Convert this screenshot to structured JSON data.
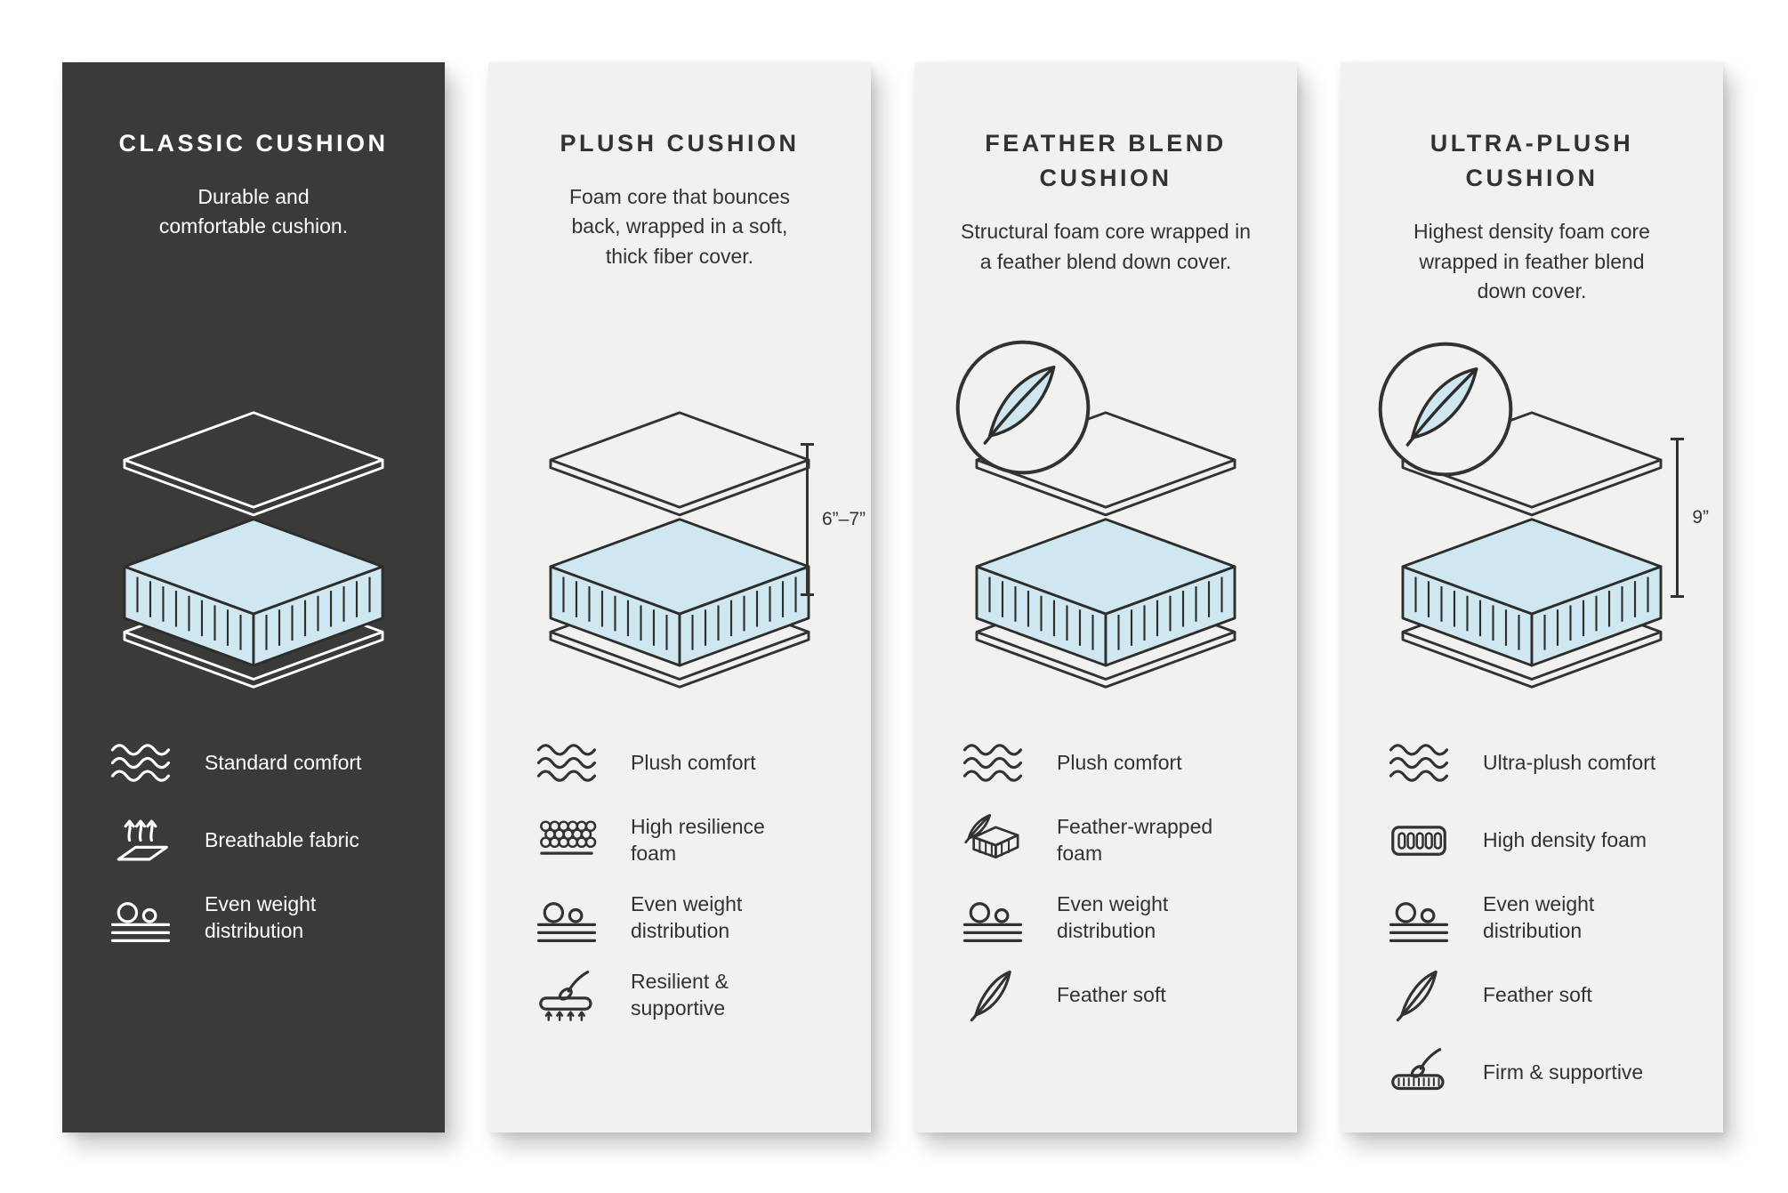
{
  "colors": {
    "dark_panel_bg": "#3a3a38",
    "light_panel_bg": "#f1f1f0",
    "foam_blue": "#cfe7f0",
    "outline_dark": "#333231",
    "outline_light": "#ffffff"
  },
  "panels": [
    {
      "id": "classic",
      "theme": "dark",
      "title": "CLASSIC CUSHION",
      "description": "Durable and\ncomfortable cushion.",
      "feather_badge": false,
      "measurement": "",
      "features": [
        {
          "icon": "waves-icon",
          "label": "Standard comfort"
        },
        {
          "icon": "breathable-icon",
          "label": "Breathable fabric"
        },
        {
          "icon": "even-weight-icon",
          "label": "Even weight\ndistribution"
        }
      ]
    },
    {
      "id": "plush",
      "theme": "light",
      "title": "PLUSH CUSHION",
      "description": "Foam core that bounces\nback, wrapped in a soft,\nthick fiber cover.",
      "feather_badge": false,
      "measurement": "6”–7”",
      "features": [
        {
          "icon": "waves-icon",
          "label": "Plush comfort"
        },
        {
          "icon": "foam-cells-icon",
          "label": "High resilience\nfoam"
        },
        {
          "icon": "even-weight-icon",
          "label": "Even weight\ndistribution"
        },
        {
          "icon": "press-arrows-icon",
          "label": "Resilient &\nsupportive"
        }
      ]
    },
    {
      "id": "feather-blend",
      "theme": "light",
      "title": "FEATHER BLEND\nCUSHION",
      "description": "Structural foam core wrapped in\na feather blend down cover.",
      "feather_badge": true,
      "measurement": "",
      "features": [
        {
          "icon": "waves-icon",
          "label": "Plush comfort"
        },
        {
          "icon": "feather-foam-icon",
          "label": "Feather-wrapped\nfoam"
        },
        {
          "icon": "even-weight-icon",
          "label": "Even weight\ndistribution"
        },
        {
          "icon": "feather-icon",
          "label": "Feather soft"
        }
      ]
    },
    {
      "id": "ultra-plush",
      "theme": "light",
      "title": "ULTRA-PLUSH\nCUSHION",
      "description": "Highest density foam core\nwrapped in feather blend\ndown cover.",
      "feather_badge": true,
      "measurement": "9”",
      "features": [
        {
          "icon": "waves-icon",
          "label": "Ultra-plush comfort"
        },
        {
          "icon": "density-foam-icon",
          "label": "High density foam"
        },
        {
          "icon": "even-weight-icon",
          "label": "Even weight\ndistribution"
        },
        {
          "icon": "feather-icon",
          "label": "Feather soft"
        },
        {
          "icon": "firm-support-icon",
          "label": "Firm & supportive"
        }
      ]
    }
  ]
}
